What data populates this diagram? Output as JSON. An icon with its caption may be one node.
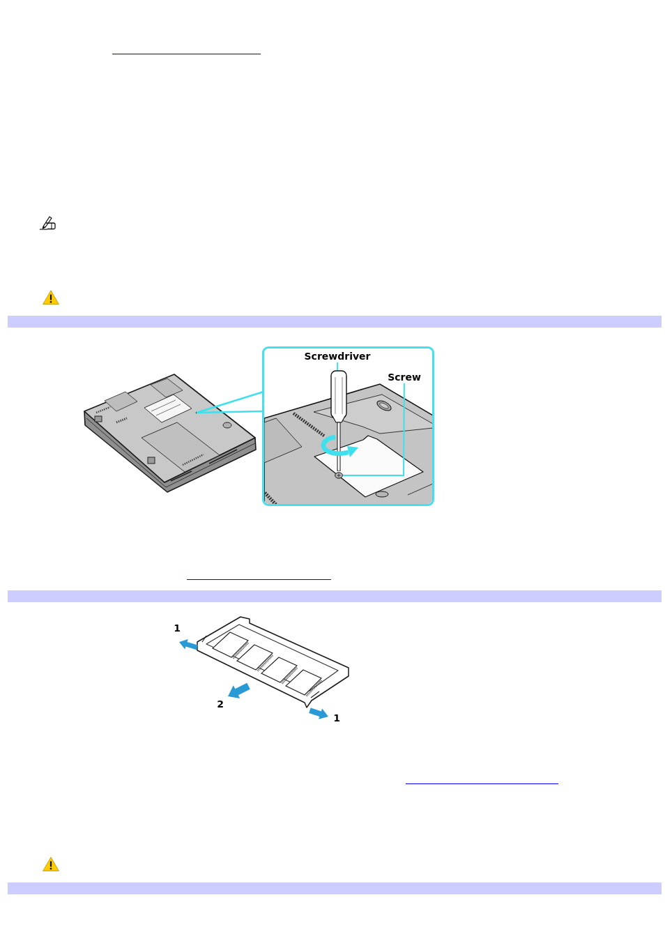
{
  "diagram": {
    "nodes": [
      {
        "text": [],
        "shape": "bar"
      },
      {
        "text": [
          "Screwdriver"
        ]
      },
      {
        "text": [
          "Screw"
        ]
      },
      {
        "text": [],
        "shape": "picture"
      },
      {
        "text": [],
        "shape": "picture"
      },
      {
        "text": [],
        "shape": "bar"
      },
      {
        "text": [],
        "shape": "bar"
      }
    ],
    "edges": [
      {
        "from": 1,
        "to": 3,
        "arrow": "none"
      },
      {
        "from": 2,
        "to": 4,
        "arrow": "none"
      }
    ],
    "labels": [
      "1",
      "2",
      "1"
    ]
  }
}
